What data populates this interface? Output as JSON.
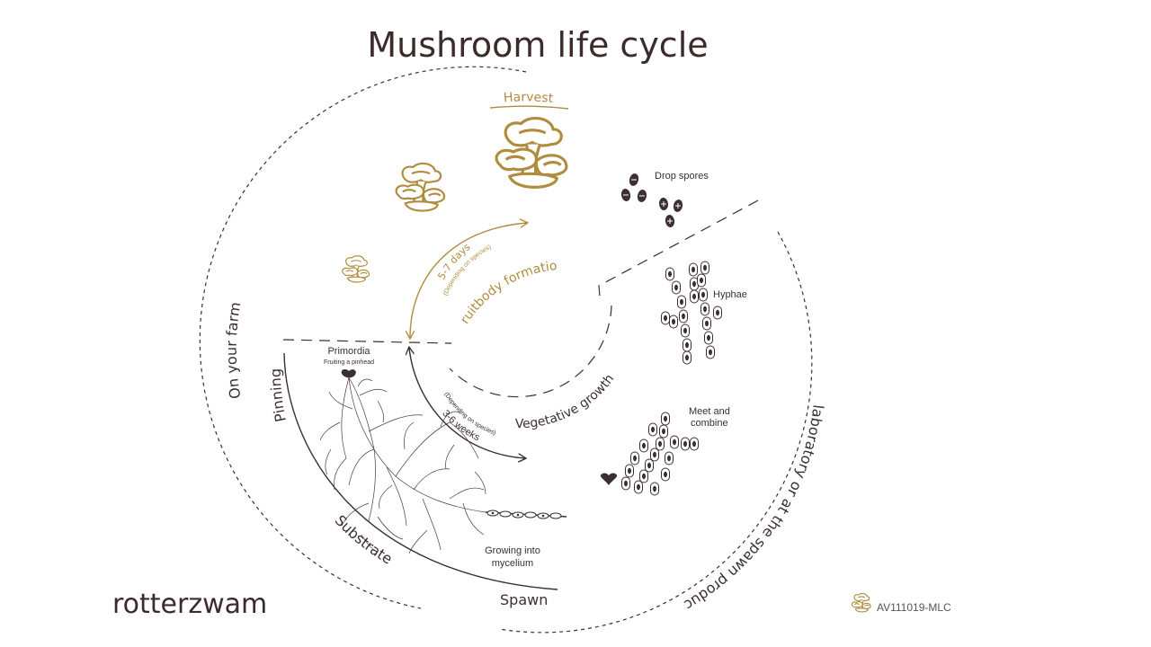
{
  "title": "Mushroom life cycle",
  "brand": "rotterzwam",
  "code": "AV111019-MLC",
  "stages": {
    "harvest": "Harvest",
    "drop_spores": "Drop spores",
    "hyphae": "Hyphae",
    "meet_line1": "Meet and",
    "meet_line2": "combine",
    "growing_line1": "Growing into",
    "growing_line2": "mycelium",
    "primordia": "Primordia",
    "primordia_sub": "Fruiting a pinhead",
    "spawn": "Spawn",
    "substrate": "Substrate",
    "pinning": "Pinning"
  },
  "phases": {
    "fruitbody": "Fruitbody formation",
    "fruit_days": "5-7 days",
    "fruit_days_sub": "(Depending on species)",
    "vegetative": "Vegetative growth",
    "veg_weeks": "3-6 weeks",
    "veg_weeks_sub": "(Depending on species)"
  },
  "regions": {
    "farm": "On your farm",
    "lab": "In laboratory or at the spawn producer"
  },
  "colors": {
    "dark": "#3b2f2f",
    "gold": "#b08d3e"
  },
  "icons": {
    "mushroom": "oyster-mushroom-icon",
    "spore": "spore-icon",
    "heart": "heart-icon",
    "brand_mark": "mushroom-logo-icon"
  }
}
